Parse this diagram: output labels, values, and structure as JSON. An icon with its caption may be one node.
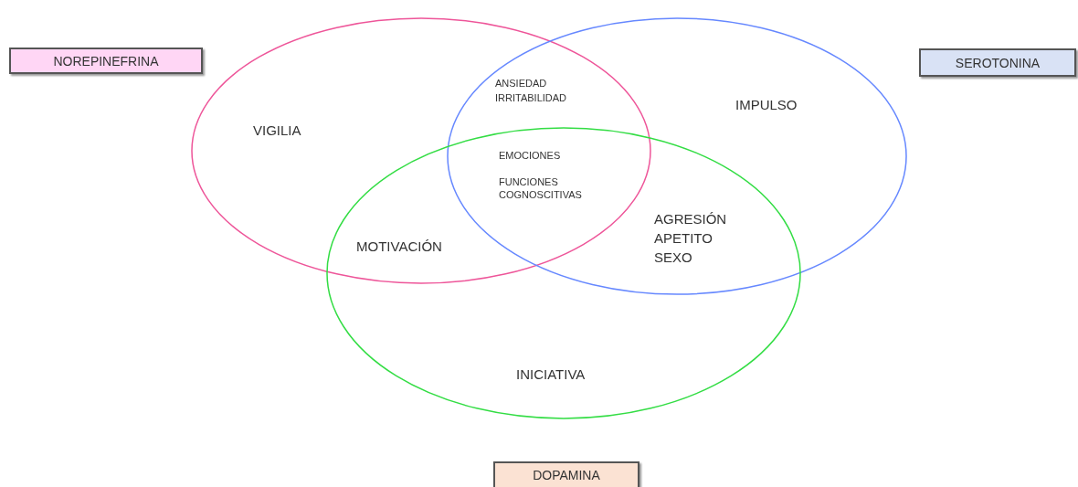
{
  "diagram": {
    "nodes": [
      {
        "text": [
          "NOREPINEFRINA"
        ]
      },
      {
        "text": [
          "SEROTONINA"
        ]
      },
      {
        "text": [
          "DOPAMINA"
        ]
      },
      {
        "text": [],
        "shape": "circle"
      },
      {
        "text": [],
        "shape": "circle"
      },
      {
        "text": [],
        "shape": "circle"
      }
    ],
    "edges": [],
    "labels": [
      "VIGILIA",
      "ANSIEDAD",
      "IRRITABILIDAD",
      "IMPULSO",
      "EMOCIONES",
      "FUNCIONES COGNOSCITIVAS",
      "AGRESIÓN",
      "APETITO",
      "SEXO",
      "MOTIVACIÓN",
      "INICIATIVA"
    ]
  }
}
